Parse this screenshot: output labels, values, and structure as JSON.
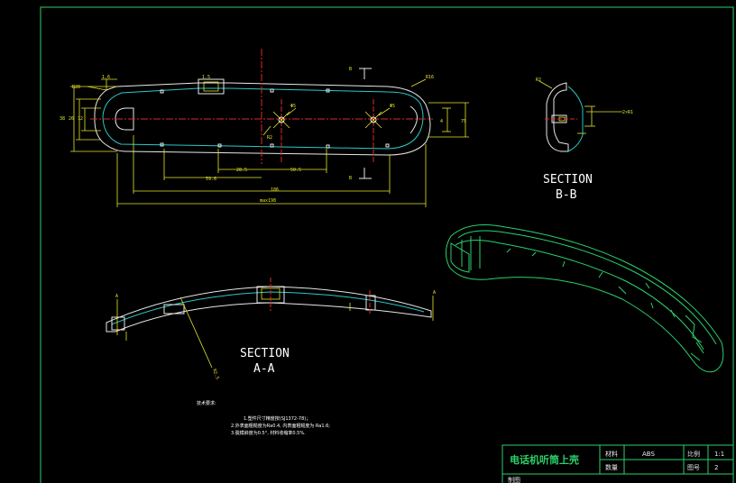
{
  "labels": {
    "dim_r20": "R20",
    "dim_ref_left": "1.6",
    "dim_ref_left2": "1.5",
    "dim_38": "38",
    "dim_26": "26",
    "dim_12": "12",
    "dim_59_6": "59.6",
    "dim_28_5": "28.5",
    "dim_50_5": "50.5",
    "dim_75": "75",
    "dim_186": "186",
    "dim_max": "max198",
    "dim_r16": "R16",
    "dim_4": "4",
    "dim_phi5_a": "Φ5",
    "dim_phi5_b": "Φ5",
    "dim_r2": "R2",
    "section_mark_b": "B",
    "bb_r2": "R2",
    "bb_dim": "2×R1",
    "aa_r2": "R2.5",
    "aa_a": "A",
    "aa_a2": "A"
  },
  "section_bb": {
    "line1": "SECTION",
    "line2": "B-B"
  },
  "section_aa": {
    "line1": "SECTION",
    "line2": "A-A"
  },
  "notes": {
    "title": "技术要求:",
    "line1": "1.塑件尺寸精度按(SJ1372-78)；",
    "line2": "2.外表面粗糙度为Ra0.4, 内表面粗糙度为 Ra1.6;",
    "line3": "3.脱模斜度为0.5°, 材料收缩率0.5%."
  },
  "title_block": {
    "part_name": "电话机听筒上壳",
    "material_label": "材料",
    "material_value": "ABS",
    "scale_label": "比例",
    "scale_value": "1:1",
    "qty_label": "数量",
    "qty_value": "",
    "drawing_no_label": "图号",
    "drawing_no_value": "2",
    "drawn_label": "制图"
  },
  "colors": {
    "frame": "#2bd16a",
    "dimension": "#e6e62a",
    "centerline": "#e02828",
    "outline": "#e8e8e8",
    "hidden": "#29c9c9"
  }
}
